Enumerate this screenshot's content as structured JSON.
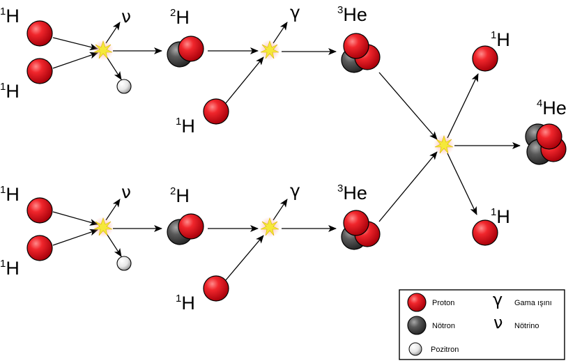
{
  "labels": {
    "h1_a": {
      "sup": "1",
      "sym": "H"
    },
    "h1_b": {
      "sup": "1",
      "sym": "H"
    },
    "nu_top": "ν",
    "h2_top": {
      "sup": "2",
      "sym": "H"
    },
    "gamma_top": "γ",
    "h1_c": {
      "sup": "1",
      "sym": "H"
    },
    "he3_top": {
      "sup": "3",
      "sym": "He"
    },
    "h1_out_top": {
      "sup": "1",
      "sym": "H"
    },
    "he4": {
      "sup": "4",
      "sym": "He"
    },
    "h1_out_bot": {
      "sup": "1",
      "sym": "H"
    },
    "h1_d": {
      "sup": "1",
      "sym": "H"
    },
    "h1_e": {
      "sup": "1",
      "sym": "H"
    },
    "nu_bot": "ν",
    "h2_bot": {
      "sup": "2",
      "sym": "H"
    },
    "gamma_bot": "γ",
    "h1_f": {
      "sup": "1",
      "sym": "H"
    },
    "he3_bot": {
      "sup": "3",
      "sym": "He"
    }
  },
  "legend": {
    "proton": "Proton",
    "neutron": "Nötron",
    "positron": "Pozitron",
    "gamma_symbol": "γ",
    "gamma": "Gama ışını",
    "nu_symbol": "ν",
    "neutrino": "Nötrino"
  },
  "colors": {
    "proton": "#e8141b",
    "neutron": "#505050",
    "positron": "#eeeeee",
    "flash": "#f5e83a"
  }
}
